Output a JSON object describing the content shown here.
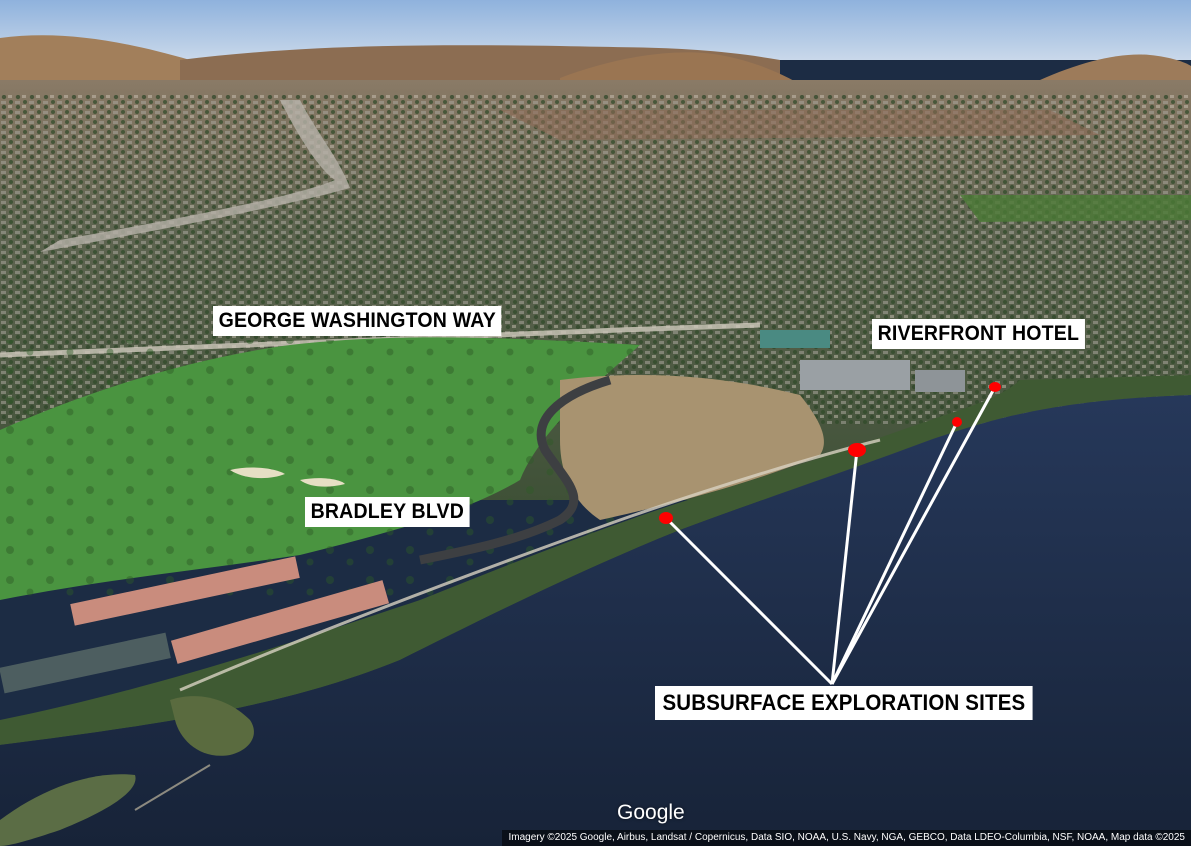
{
  "map": {
    "view": "3D satellite imagery",
    "provider_logo": "Google",
    "attribution": "Imagery ©2025 Google, Airbus, Landsat / Copernicus, Data SIO, NOAA, U.S. Navy, NGA, GEBCO, Data LDEO-Columbia, NSF, NOAA, Map data ©2025"
  },
  "labels": {
    "road_1": "GEORGE WASHINGTON WAY",
    "road_2": "BRADLEY BLVD",
    "landmark": "RIVERFRONT HOTEL",
    "callout": "SUBSURFACE EXPLORATION SITES"
  },
  "markers": {
    "count": 4,
    "color": "#ff0000",
    "leader_line_color": "#ffffff"
  },
  "colors": {
    "river": "#1e2d47",
    "golf_course": "#3f8a3c",
    "label_background": "#ffffff",
    "label_text": "#000000"
  }
}
